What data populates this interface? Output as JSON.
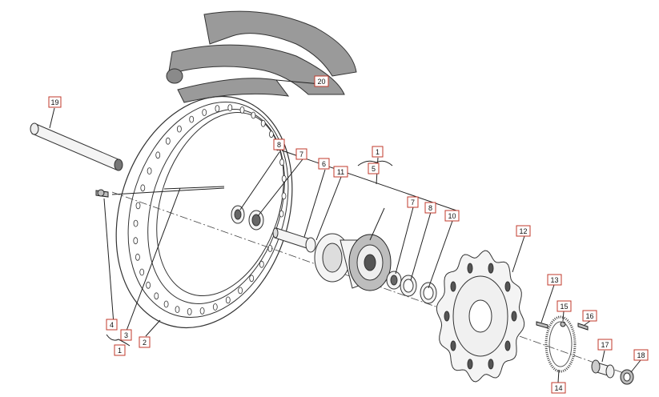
{
  "callouts": [
    {
      "id": "c1a",
      "label": "1"
    },
    {
      "id": "c1b",
      "label": "1"
    },
    {
      "id": "c2",
      "label": "2"
    },
    {
      "id": "c3",
      "label": "3"
    },
    {
      "id": "c4",
      "label": "4"
    },
    {
      "id": "c5",
      "label": "5"
    },
    {
      "id": "c6",
      "label": "6"
    },
    {
      "id": "c7a",
      "label": "7"
    },
    {
      "id": "c7b",
      "label": "7"
    },
    {
      "id": "c8a",
      "label": "8"
    },
    {
      "id": "c8b",
      "label": "8"
    },
    {
      "id": "c10",
      "label": "10"
    },
    {
      "id": "c11",
      "label": "11"
    },
    {
      "id": "c12",
      "label": "12"
    },
    {
      "id": "c13",
      "label": "13"
    },
    {
      "id": "c14",
      "label": "14"
    },
    {
      "id": "c15",
      "label": "15"
    },
    {
      "id": "c16",
      "label": "16"
    },
    {
      "id": "c17",
      "label": "17"
    },
    {
      "id": "c18",
      "label": "18"
    },
    {
      "id": "c19",
      "label": "19"
    },
    {
      "id": "c20",
      "label": "20"
    }
  ]
}
